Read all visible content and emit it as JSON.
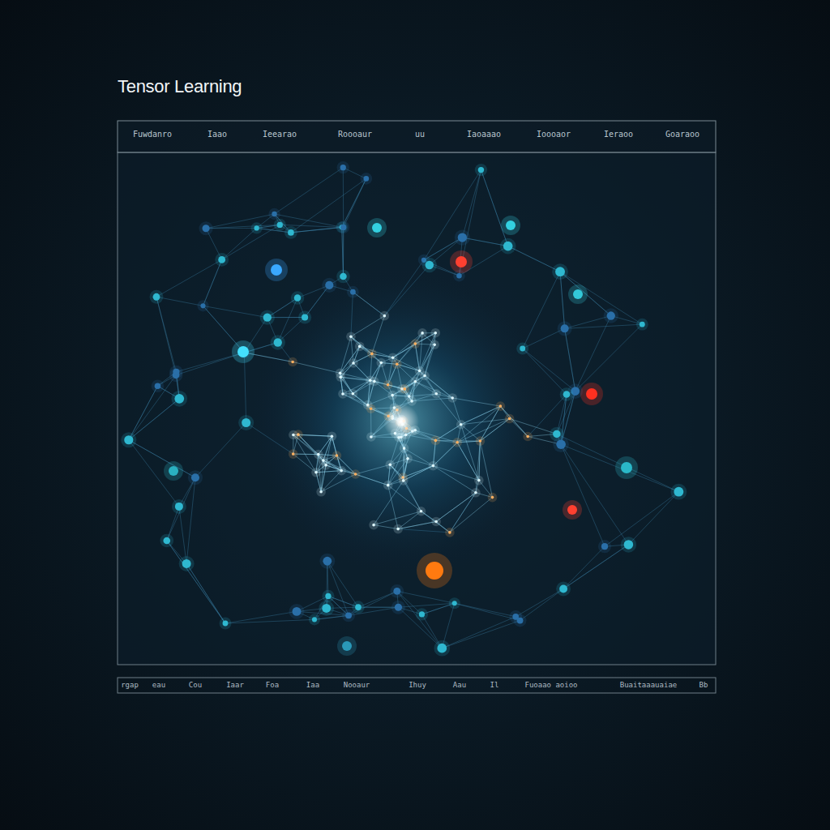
{
  "diagram": {
    "title": "Tensor Learning",
    "labels": [
      "Fuwdanro",
      "Iaao",
      "Ieearao",
      "Roooaur",
      "uu",
      "Iaoaaao",
      "Ioooaor",
      "Ieraoo",
      "Goaraoo",
      "rgap",
      "eau",
      "Cou",
      "Iaar",
      "Foa",
      "Iaa",
      "Nooaur",
      "Ihuy",
      "Aau",
      "Il",
      "Fuoaao aoioo",
      "Buaitaaauaiae",
      "Bb"
    ]
  }
}
